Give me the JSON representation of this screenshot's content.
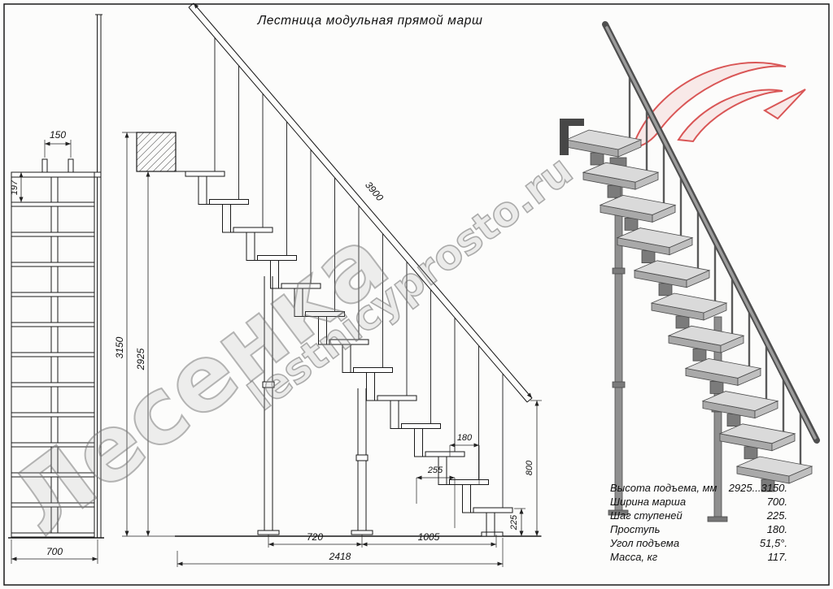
{
  "title": "Лестница модульная прямой марш",
  "watermark": {
    "brand": "Лесенка",
    "site": "lestnicyprosto.ru"
  },
  "front_view": {
    "dim_top_width": "150",
    "dim_first_rise": "197",
    "dim_width": "700"
  },
  "side_view": {
    "dim_rail_length": "3900",
    "dim_total_height": "3150",
    "dim_clear_height": "2925",
    "dim_tread_depth": "180",
    "dim_module_pitch": "255",
    "dim_last_rise": "225",
    "dim_end_height": "800",
    "dim_span_a": "720",
    "dim_span_b": "1005",
    "dim_total_length": "2418"
  },
  "spec": {
    "rows": [
      {
        "label": "Высота подъема, мм",
        "value": "2925...3150."
      },
      {
        "label": "Ширина марша",
        "value": "700."
      },
      {
        "label": "Шаг ступеней",
        "value": "225."
      },
      {
        "label": "Проступь",
        "value": "180."
      },
      {
        "label": "Угол подъема",
        "value": "51,5°."
      },
      {
        "label": "Масса, кг",
        "value": "117."
      }
    ]
  }
}
